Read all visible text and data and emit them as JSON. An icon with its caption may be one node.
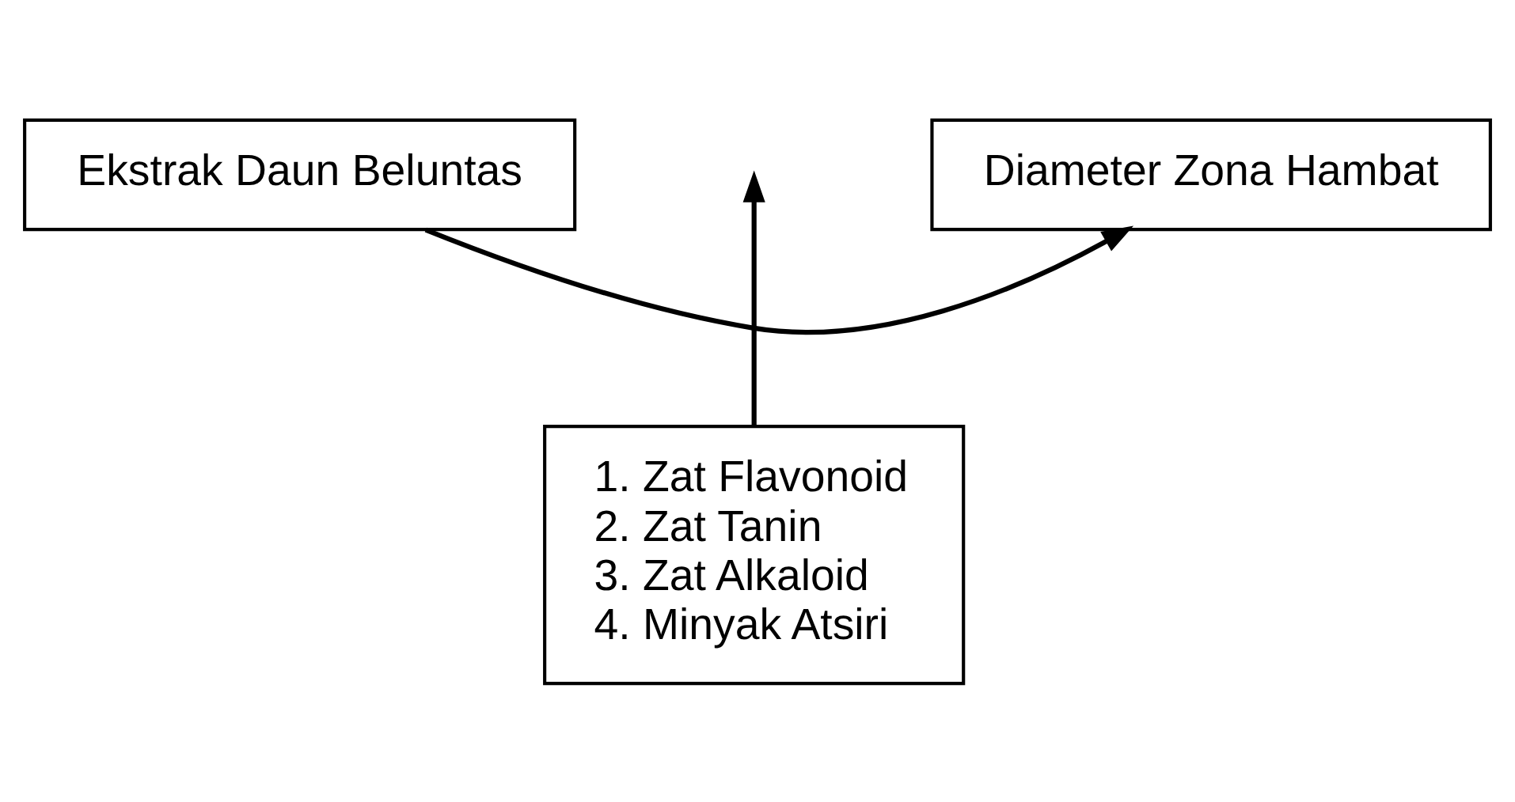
{
  "diagram": {
    "nodes": [
      {
        "text": [
          "Ekstrak Daun Beluntas"
        ]
      },
      {
        "text": [
          "Diameter Zona Hambat"
        ]
      },
      {
        "text": [
          "1. Zat Flavonoid",
          "2. Zat Tanin",
          "3. Zat Alkaloid",
          "4. Minyak Atsiri"
        ]
      }
    ],
    "edges": [
      {
        "from": 0,
        "to": 1,
        "arrow": "to"
      },
      {
        "from": 2,
        "to": null,
        "arrow": "to"
      }
    ]
  }
}
